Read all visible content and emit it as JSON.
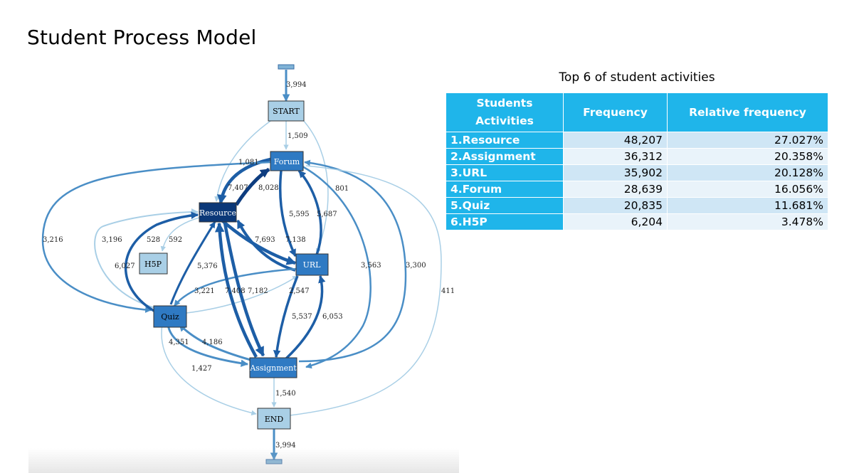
{
  "title": "Student Process Model",
  "colors": {
    "header": "#1fb5ea",
    "row_odd": "#cfe6f5",
    "row_even": "#e9f3fa"
  },
  "diagram": {
    "nodes": [
      {
        "id": "start",
        "label": "START"
      },
      {
        "id": "forum",
        "label": "Forum"
      },
      {
        "id": "resource",
        "label": "Resource"
      },
      {
        "id": "h5p",
        "label": "H5P"
      },
      {
        "id": "url",
        "label": "URL"
      },
      {
        "id": "quiz",
        "label": "Quiz"
      },
      {
        "id": "assignment",
        "label": "Assignment"
      },
      {
        "id": "end",
        "label": "END"
      }
    ],
    "edge_labels": {
      "source_start": "3,994",
      "start_forum": "1,509",
      "start_resource": "1,081",
      "start_url": "801",
      "forum_resource": "7,407",
      "resource_forum": "8,028",
      "forum_url": "5,595",
      "url_forum": "5,687",
      "resource_url": "7,693",
      "url_resource": "7,138",
      "forum_quiz": "3,216",
      "quiz_resource": "3,196",
      "resource_h5p": "528",
      "h5p_resource": "592",
      "quiz_resource_2": "6,027",
      "quiz_resource_3": "5,376",
      "url_quiz": "3,221",
      "assignment_resource": "7,408",
      "resource_assignment": "7,182",
      "quiz_url": "2,547",
      "forum_assignment": "3,563",
      "assignment_forum": "3,300",
      "forum_end": "411",
      "url_assignment": "5,537",
      "assignment_url": "6,053",
      "quiz_assignment": "4,351",
      "assignment_quiz": "4,186",
      "quiz_end": "1,427",
      "assignment_end": "1,540",
      "end_sink": "3,994"
    }
  },
  "table": {
    "caption": "Top 6 of student activities",
    "headers": [
      "Students Activities",
      "Frequency",
      "Relative frequency"
    ],
    "rows": [
      {
        "activity": "1.Resource",
        "frequency": "48,207",
        "relative": "27.027%"
      },
      {
        "activity": "2.Assignment",
        "frequency": "36,312",
        "relative": "20.358%"
      },
      {
        "activity": "3.URL",
        "frequency": "35,902",
        "relative": "20.128%"
      },
      {
        "activity": "4.Forum",
        "frequency": "28,639",
        "relative": "16.056%"
      },
      {
        "activity": "5.Quiz",
        "frequency": "20,835",
        "relative": "11.681%"
      },
      {
        "activity": "6.H5P",
        "frequency": "6,204",
        "relative": "3.478%"
      }
    ]
  }
}
